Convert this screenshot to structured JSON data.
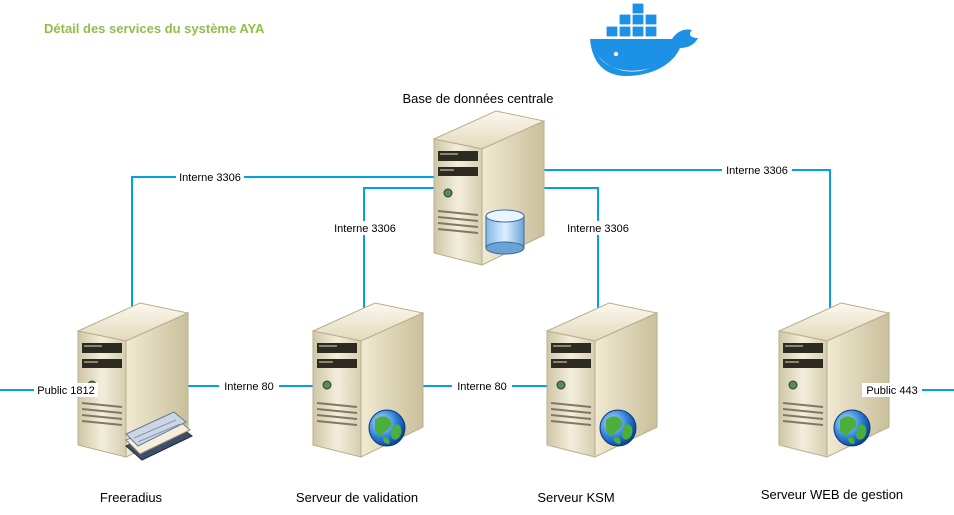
{
  "title": "Détail des services du système AYA",
  "nodes": {
    "db": "Base de données centrale",
    "freeradius": "Freeradius",
    "validation": "Serveur de validation",
    "ksm": "Serveur KSM",
    "web": "Serveur WEB de gestion"
  },
  "links": {
    "db_freeradius": "Interne 3306",
    "db_validation": "Interne 3306",
    "db_ksm": "Interne 3306",
    "db_web": "Interne 3306",
    "freeradius_validation": "Interne 80",
    "validation_ksm": "Interne 80",
    "freeradius_public": "Public 1812",
    "web_public": "Public 443"
  },
  "colors": {
    "title": "#8fbf4a",
    "link": "#00a2e0",
    "docker": "#1d91e6",
    "server": "#e9e1c6"
  },
  "icons": {
    "logo": "docker-whale-icon",
    "db_badge": "database-cylinder-icon",
    "radius_badge": "book-icon",
    "web_badge": "globe-icon"
  }
}
